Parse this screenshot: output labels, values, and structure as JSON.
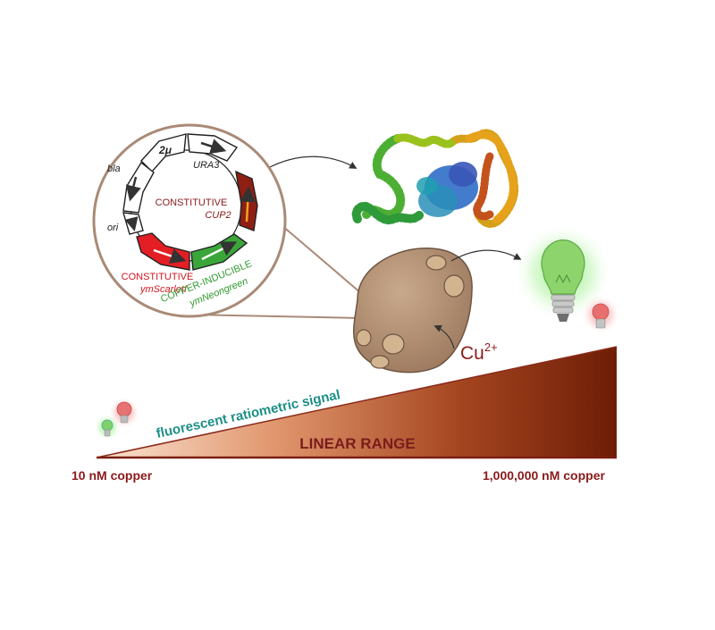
{
  "plasmid": {
    "segments": {
      "two_micron": "2μ",
      "ura3": "URA3",
      "bla": "bla",
      "ori": "ori"
    },
    "cup2": {
      "line1": "CONSTITUTIVE",
      "line2": "CUP2"
    },
    "scarlet": {
      "line1": "CONSTITUTIVE",
      "line2": "ymScarletI"
    },
    "neongreen": {
      "line1": "COPPER-INDUCIBLE",
      "line2": "ymNeongreen"
    }
  },
  "copper_ion": {
    "base": "Cu",
    "charge": "2+"
  },
  "gradient": {
    "signal_label": "fluorescent ratiometric signal",
    "range_label": "LINEAR RANGE",
    "low_label": "10 nM copper",
    "high_label": "1,000,000 nM copper"
  },
  "colors": {
    "dark_red": "#8b1a1a",
    "ramp_light": "#f7d6bf",
    "ramp_dark": "#6e1d06",
    "scarlet": "#e31e24",
    "neongreen": "#3aa63a",
    "signal_teal": "#1c8f86",
    "yeast": "#b08e73"
  },
  "icons": [
    "plasmid-diagram",
    "protein-structure",
    "yeast-cell",
    "green-bulb-icon",
    "red-bulb-icon"
  ]
}
